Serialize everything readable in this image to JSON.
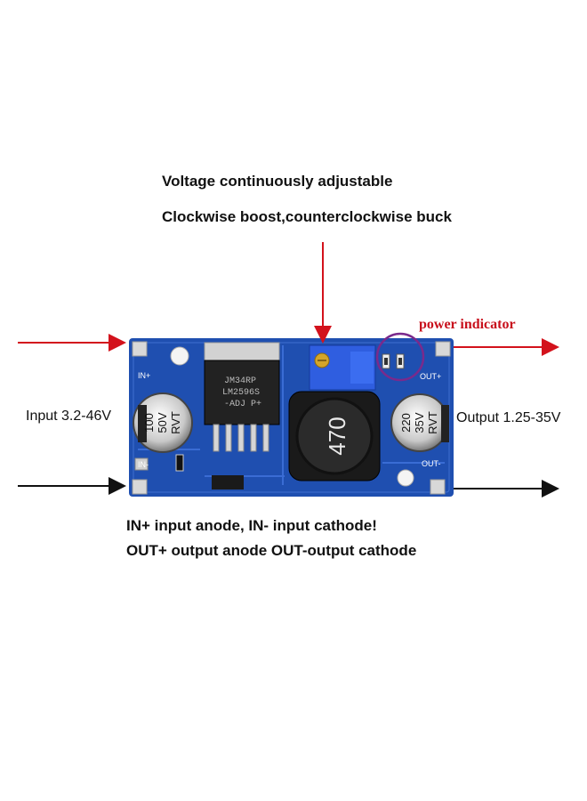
{
  "headline": {
    "line1": "Voltage continuously adjustable",
    "line2": "Clockwise boost,counterclockwise buck"
  },
  "indicator_label": "power indicator",
  "input_label": "Input 3.2-46V",
  "output_label": "Output 1.25-35V",
  "notes": {
    "line1": "IN+ input anode, IN- input cathode!",
    "line2": "OUT+ output anode OUT-output cathode"
  },
  "board": {
    "in_plus": "IN+",
    "in_minus": "IN-",
    "out_plus": "OUT+",
    "out_minus": "OUT-",
    "chip_line1": "JM34RP",
    "chip_line2": "LM2596S",
    "chip_line3": "-ADJ  P+",
    "cap_in_line1": "100",
    "cap_in_line2": "50V",
    "cap_in_line3": "RVT",
    "cap_out_line1": "220",
    "cap_out_line2": "35V",
    "cap_out_line3": "RVT",
    "inductor_value": "470"
  },
  "colors": {
    "pcb": "#1f4fb0",
    "arrow_red": "#d3121c",
    "arrow_black": "#111111",
    "indicator_circle": "#7a2a8c"
  }
}
